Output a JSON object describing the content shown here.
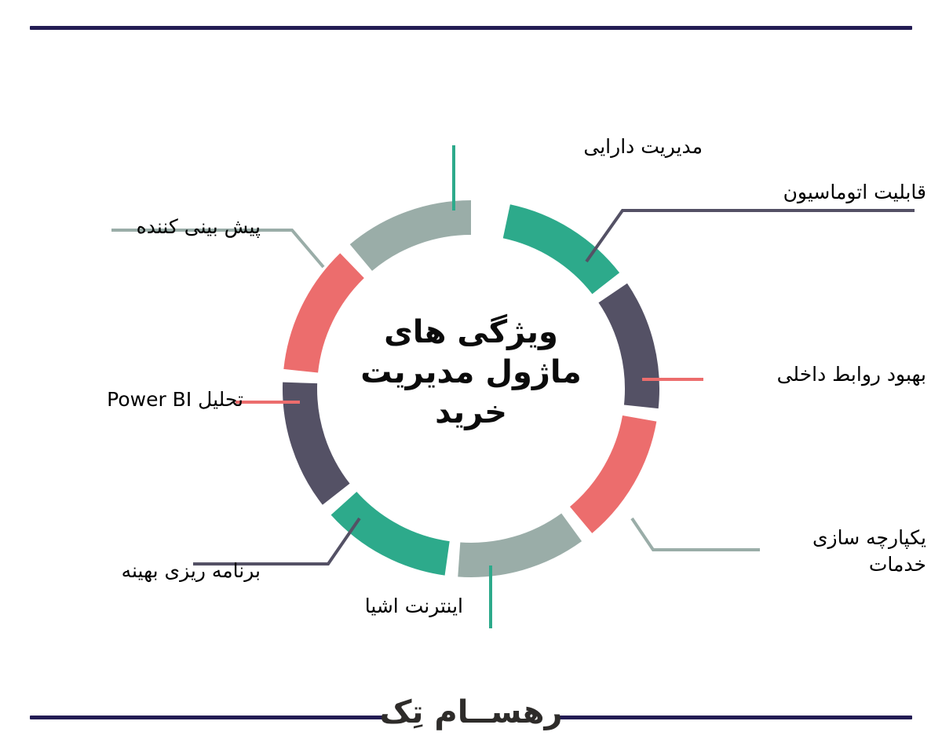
{
  "page": {
    "background": "#ffffff",
    "rule_color": "#231c54",
    "brand": "رهســام تِک",
    "brand_color": "#2e2c2a"
  },
  "center": {
    "title": "ویژگی های\nماژول مدیریت\nخرید",
    "text_color": "#0b0b0b"
  },
  "palette": {
    "teal": "#2daa8b",
    "slate": "#545165",
    "red": "#ec6d6d",
    "sage": "#9aada8",
    "navy": "#231c54"
  },
  "chart_data": {
    "type": "pie",
    "title": "ویژگی های ماژول مدیریت خرید",
    "subtype": "donut-segments",
    "legend": "labels-around",
    "segments": [
      {
        "label": "مدیریت دارایی",
        "color": "#2daa8b",
        "value": 12.5,
        "start_deg": -78,
        "end_deg": -38,
        "connector": "stub-up"
      },
      {
        "label": "قابلیت اتوماسیون",
        "color": "#545165",
        "value": 12.5,
        "start_deg": -34,
        "end_deg": 6,
        "connector": "elbow-right-top"
      },
      {
        "label": "بهبود روابط داخلی",
        "color": "#ec6d6d",
        "value": 12.5,
        "start_deg": 10,
        "end_deg": 50,
        "connector": "stub-right"
      },
      {
        "label": "یکپارچه سازی\nخدمات",
        "color": "#9aada8",
        "value": 12.5,
        "start_deg": 54,
        "end_deg": 94,
        "connector": "elbow-right-bottom"
      },
      {
        "label": "اینترنت اشیا",
        "color": "#2daa8b",
        "value": 12.5,
        "start_deg": 98,
        "end_deg": 138,
        "connector": "stub-down"
      },
      {
        "label": "برنامه ریزی بهینه",
        "color": "#545165",
        "value": 12.5,
        "start_deg": 142,
        "end_deg": 182,
        "connector": "elbow-left-bottom"
      },
      {
        "label": "تحلیل Power BI",
        "color": "#ec6d6d",
        "value": 12.5,
        "start_deg": 186,
        "end_deg": 226,
        "connector": "stub-left"
      },
      {
        "label": "پیش بینی کننده",
        "color": "#9aada8",
        "value": 12.5,
        "start_deg": 230,
        "end_deg": 270,
        "connector": "elbow-left-top"
      }
    ]
  }
}
